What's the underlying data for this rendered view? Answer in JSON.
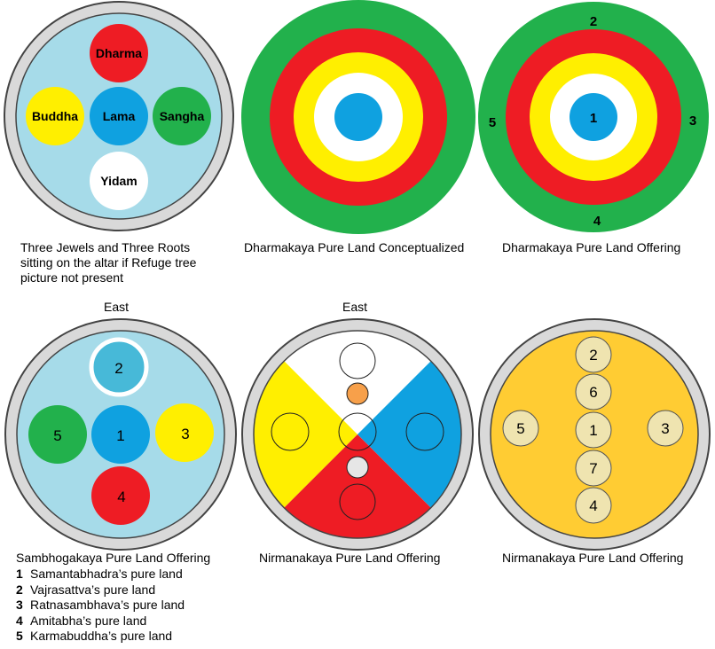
{
  "panels": [
    {
      "caption": [
        "Three Jewels and Three Roots",
        "sitting on the altar if Refuge tree",
        "picture not present"
      ],
      "labels": {
        "top": "Dharma",
        "left": "Buddha",
        "center": "Lama",
        "right": "Sangha",
        "bottom": "Yidam"
      }
    },
    {
      "caption": "Dharmakaya Pure Land Conceptualized"
    },
    {
      "caption": "Dharmakaya Pure Land Offering",
      "labels": {
        "center": "1",
        "top": "2",
        "right": "3",
        "bottom": "4",
        "left": "5"
      }
    },
    {
      "heading": "East",
      "caption": "Sambhogakaya Pure Land Offering",
      "labels": {
        "center": "1",
        "top": "2",
        "right": "3",
        "bottom": "4",
        "left": "5"
      }
    },
    {
      "heading": "East",
      "caption": "Nirmanakaya Pure Land Offering"
    },
    {
      "caption": "Nirmanakaya Pure Land Offering",
      "labels": {
        "top": "2",
        "upper": "6",
        "center": "1",
        "lower": "7",
        "bottom": "4",
        "left": "5",
        "right": "3"
      }
    }
  ],
  "legend": [
    {
      "num": "1",
      "text": "Samantabhadra’s pure land"
    },
    {
      "num": "2",
      "text": "Vajrasattva’s pure land"
    },
    {
      "num": "3",
      "text": "Ratnasambhava’s pure land"
    },
    {
      "num": "4",
      "text": "Amitabha’s pure land"
    },
    {
      "num": "5",
      "text": "Karmabuddha’s pure land"
    }
  ],
  "colors": {
    "rim": "#d9d9d9",
    "lightblue": "#a6dbe9",
    "blue": "#0fa1e0",
    "red": "#ee1c24",
    "green": "#22b14c",
    "yellow": "#ffef00",
    "white": "#ffffff",
    "gold": "#ffcc33",
    "cream": "#efe4b0",
    "orange": "#f7a04a",
    "grey": "#e6e6e6",
    "teal": "#47b9d8"
  }
}
